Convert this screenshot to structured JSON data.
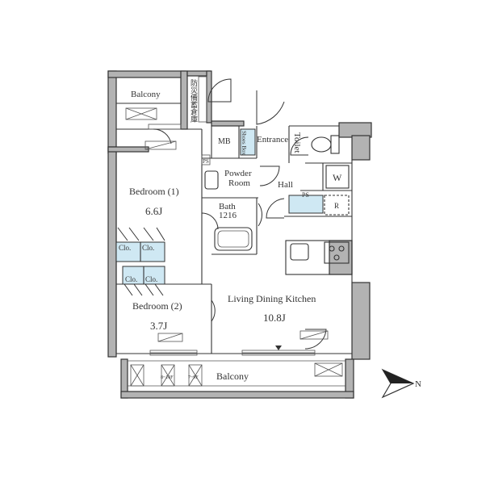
{
  "rooms": {
    "balcony_top": "Balcony",
    "storage": "防災備蓄倉庫",
    "mb": "MB",
    "shoes": "Shoes Box",
    "entrance": "Entrance",
    "toilet": "Toilet",
    "washer": "W",
    "ps_left": "PS",
    "powder_room_1": "Powder",
    "powder_room_2": "Room",
    "hall": "Hall",
    "ps_right": "PS",
    "fridge": "R",
    "bedroom1_name": "Bedroom (1)",
    "bedroom1_size": "6.6J",
    "bath_name": "Bath",
    "bath_size": "1216",
    "closet": "Clo.",
    "bedroom2_name": "Bedroom (2)",
    "bedroom2_size": "3.7J",
    "ldk_name": "Living Dining Kitchen",
    "ldk_size": "10.8J",
    "balcony_bottom": "Balcony",
    "ac_label_1": "8~10F",
    "ac_label_2": "7~9F"
  },
  "compass": {
    "label": "N"
  },
  "colors": {
    "wall": "#b3b3b3",
    "line": "#333333",
    "closet": "#cfe8f3"
  }
}
